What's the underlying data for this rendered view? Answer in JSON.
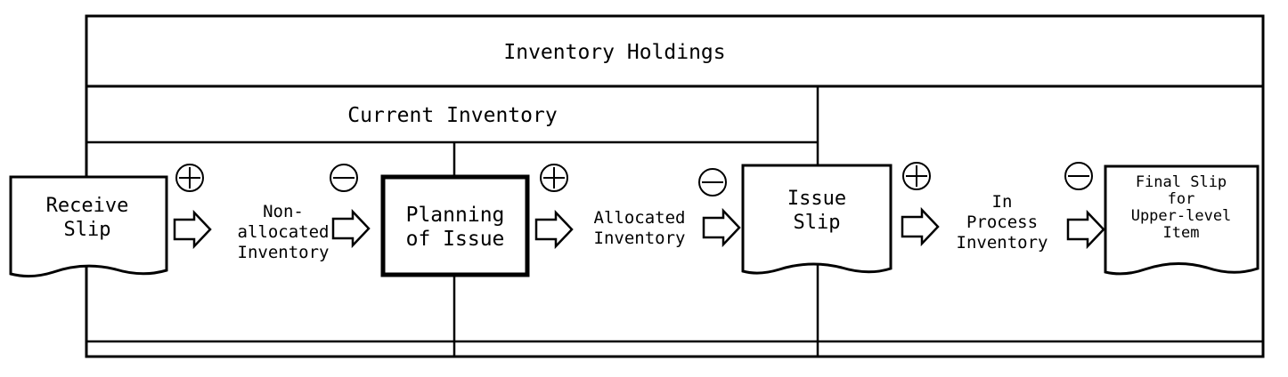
{
  "regions": {
    "inventory_holdings": "Inventory Holdings",
    "current_inventory": "Current Inventory"
  },
  "nodes": {
    "receive_slip": [
      "Receive",
      "Slip"
    ],
    "planning_of_issue": [
      "Planning",
      "of Issue"
    ],
    "issue_slip": [
      "Issue",
      "Slip"
    ],
    "final_slip": [
      "Final Slip",
      "for",
      "Upper-level",
      "Item"
    ]
  },
  "flows": {
    "non_allocated_inventory": [
      "Non-",
      "allocated",
      "Inventory"
    ],
    "allocated_inventory": [
      "Allocated",
      "Inventory"
    ],
    "in_process_inventory": [
      "In",
      "Process",
      "Inventory"
    ]
  },
  "signs": {
    "plus": "+",
    "minus": "−"
  }
}
